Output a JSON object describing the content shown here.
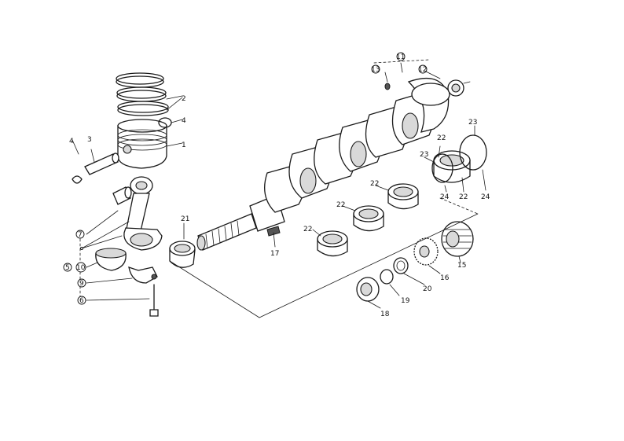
{
  "diagram": {
    "labels": [
      {
        "id": "1",
        "text": "1"
      },
      {
        "id": "2",
        "text": "2"
      },
      {
        "id": "3",
        "text": "3"
      },
      {
        "id": "4a",
        "text": "4"
      },
      {
        "id": "4b",
        "text": "4"
      },
      {
        "id": "5",
        "text": "5"
      },
      {
        "id": "6",
        "text": "6"
      },
      {
        "id": "7",
        "text": "7"
      },
      {
        "id": "9",
        "text": "9"
      },
      {
        "id": "10",
        "text": "10"
      },
      {
        "id": "11",
        "text": "11"
      },
      {
        "id": "12",
        "text": "12"
      },
      {
        "id": "13",
        "text": "13"
      },
      {
        "id": "15",
        "text": "15"
      },
      {
        "id": "16",
        "text": "16"
      },
      {
        "id": "17",
        "text": "17"
      },
      {
        "id": "18",
        "text": "18"
      },
      {
        "id": "19",
        "text": "19"
      },
      {
        "id": "20",
        "text": "20"
      },
      {
        "id": "21",
        "text": "21"
      },
      {
        "id": "22a",
        "text": "22"
      },
      {
        "id": "22b",
        "text": "22"
      },
      {
        "id": "22c",
        "text": "22"
      },
      {
        "id": "22d",
        "text": "22"
      },
      {
        "id": "22e",
        "text": "22"
      },
      {
        "id": "23a",
        "text": "23"
      },
      {
        "id": "23b",
        "text": "23"
      },
      {
        "id": "24a",
        "text": "24"
      },
      {
        "id": "24b",
        "text": "24"
      }
    ]
  }
}
